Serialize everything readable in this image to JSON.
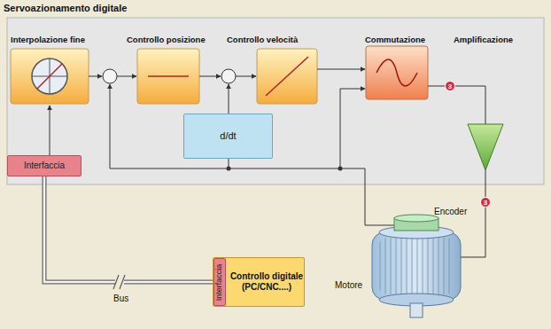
{
  "diagram": {
    "title": "Servoazionamento digitale",
    "nodes": [
      {
        "text": [
          "d/dt"
        ]
      },
      {
        "text": [
          "Interfaccia"
        ]
      },
      {
        "text": [
          "Controllo digitale (PC/CNC....)"
        ]
      },
      {
        "text": [
          "Interfaccia"
        ],
        "in": 2
      }
    ],
    "edges": [
      {
        "from": 1,
        "to": 3,
        "arrow": "none"
      }
    ],
    "labels": [
      "Interpolazione fine",
      "Controllo posizione",
      "Controllo velocità",
      "Commutazione",
      "Amplificazione",
      "3",
      "3",
      "Encoder",
      "Motore",
      "Bus"
    ]
  }
}
